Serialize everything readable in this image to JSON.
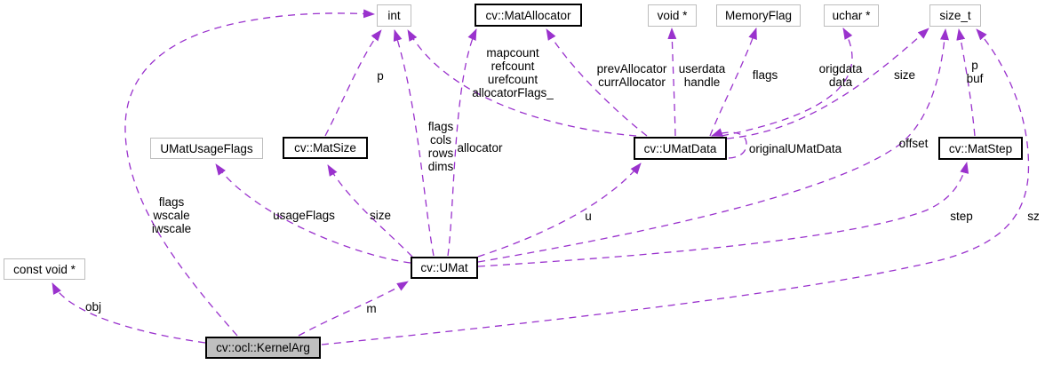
{
  "diagram": {
    "title": "cv::ocl::KernelArg collaboration diagram",
    "colors": {
      "edge": "#9a32cd",
      "node_fill": "#ffffff",
      "current_node_fill": "#bfbfbf",
      "border_dark": "#000000",
      "border_light": "#bdbdbd"
    },
    "nodes": {
      "int": "int",
      "mat_allocator": "cv::MatAllocator",
      "void_ptr": "void *",
      "memory_flag": "MemoryFlag",
      "uchar_ptr": "uchar *",
      "size_t": "size_t",
      "umat_usage_flags": "UMatUsageFlags",
      "mat_size": "cv::MatSize",
      "umat_data": "cv::UMatData",
      "mat_step": "cv::MatStep",
      "const_void_ptr": "const void *",
      "umat": "cv::UMat",
      "kernel_arg": "cv::ocl::KernelArg"
    },
    "edge_labels": {
      "p": "p",
      "mapcount": "mapcount\nrefcount\nurefcount\nallocatorFlags_",
      "prev_allocator": "prevAllocator\ncurrAllocator",
      "userdata": "userdata\nhandle",
      "flags_memory": "flags",
      "origdata": "origdata\ndata",
      "size_umatdata": "size",
      "p_buf": "p\nbuf",
      "flags_cols_rows_dims": "flags\ncols\nrows\ndims",
      "allocator": "allocator",
      "original_umat_data": "originalUMatData",
      "offset": "offset",
      "flags_wscale_iwscale": "flags\nwscale\niwscale",
      "usage_flags": "usageFlags",
      "size_umat": "size",
      "u": "u",
      "step": "step",
      "sz": "sz",
      "obj": "obj",
      "m": "m"
    }
  }
}
